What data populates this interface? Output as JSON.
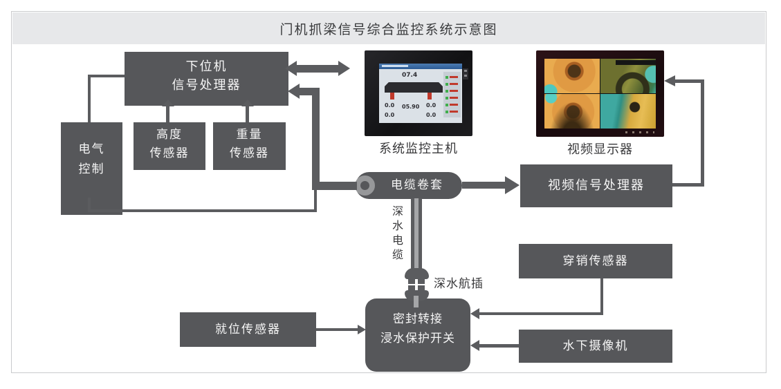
{
  "title": "门机抓梁信号综合监控系统示意图",
  "nodes": {
    "lower_computer": {
      "line1": "下位机",
      "line2": "信号处理器"
    },
    "electric_control": {
      "line1": "电气",
      "line2": "控制"
    },
    "height_sensor": {
      "line1": "高度",
      "line2": "传感器"
    },
    "weight_sensor": {
      "line1": "重量",
      "line2": "传感器"
    },
    "cable_reel": {
      "label": "电缆卷套"
    },
    "video_processor": {
      "label": "视频信号处理器"
    },
    "seal_switch": {
      "line1": "密封转接",
      "line2": "浸水保护开关"
    },
    "position_sensor": {
      "label": "就位传感器"
    },
    "pin_sensor": {
      "label": "穿销传感器"
    },
    "underwater_camera": {
      "label": "水下摄像机"
    }
  },
  "labels": {
    "deepwater_cable": "深水电缆",
    "deepwater_connector": "深水航插",
    "monitor_caption": "系统监控主机",
    "display_caption": "视频显示器"
  },
  "monitor_screen": {
    "value_top": "07.4",
    "value_mid_left": "0.0",
    "value_mid_center": "05.90",
    "value_mid_right": "0.0",
    "value_low_left": "0.0",
    "value_low_right": "0.0"
  },
  "colors": {
    "box": "#56575a",
    "line": "#5b5c5f",
    "title_band": "#e7e8ea",
    "ring": "#97989a",
    "cable_core": "#a5a6a8",
    "text_on_box": "#f6f6f6",
    "ink": "#39393b"
  }
}
